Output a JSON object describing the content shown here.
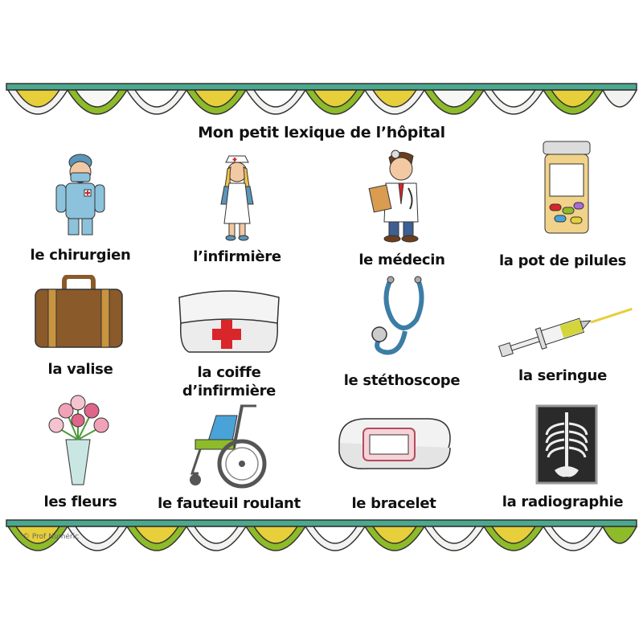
{
  "title": "Mon petit lexique de l’hôpital",
  "credit": "© Prof Numéric",
  "items": [
    {
      "label": "le chirurgien",
      "icon": "surgeon-icon"
    },
    {
      "label": "l’infirmière",
      "icon": "nurse-icon"
    },
    {
      "label": "le médecin",
      "icon": "doctor-icon"
    },
    {
      "label": "la pot de pilules",
      "icon": "pill-jar-icon"
    },
    {
      "label": "la valise",
      "icon": "suitcase-icon"
    },
    {
      "label": "la coiffe d’infirmière",
      "icon": "nurse-cap-icon"
    },
    {
      "label": "le stéthoscope",
      "icon": "stethoscope-icon"
    },
    {
      "label": "la seringue",
      "icon": "syringe-icon"
    },
    {
      "label": "les fleurs",
      "icon": "flowers-icon"
    },
    {
      "label": "le fauteuil roulant",
      "icon": "wheelchair-icon"
    },
    {
      "label": "le bracelet",
      "icon": "bracelet-icon"
    },
    {
      "label": "la radiographie",
      "icon": "x-ray-icon"
    }
  ],
  "colors": {
    "green": "#8dbb2a",
    "yellow": "#e6cf3a",
    "teal": "#4aa88f",
    "red": "#d8262a"
  }
}
